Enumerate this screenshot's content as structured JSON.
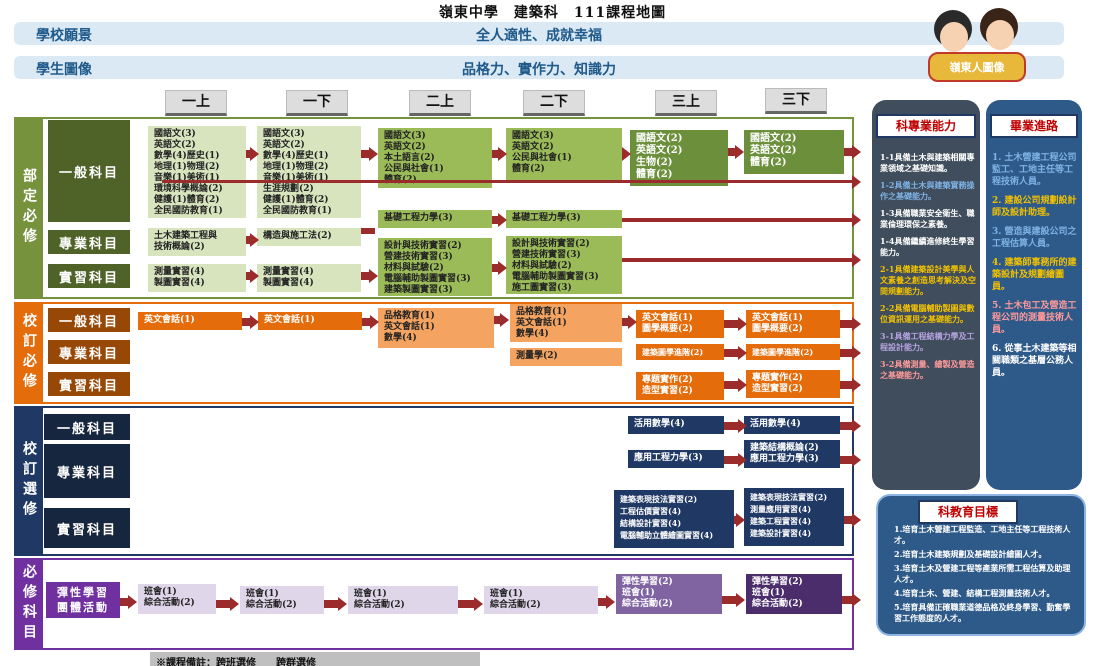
{
  "header": {
    "title": "嶺東中學　建築科　111課程地圖"
  },
  "vision": {
    "label": "學校願景",
    "value": "全人適性、成就幸福"
  },
  "portrait": {
    "label": "學生圖像",
    "value": "品格力、實作力、知識力"
  },
  "logo": {
    "text": "嶺東人圖像"
  },
  "semesters": [
    "一上",
    "一下",
    "二上",
    "二下",
    "三上",
    "三下"
  ],
  "groups": {
    "dept": "部定必修",
    "req": "校訂必修",
    "elec": "校訂選修",
    "must": "必修科目"
  },
  "cats": {
    "dept_gen": "一般科目",
    "dept_pro": "專業科目",
    "dept_prac": "實習科目",
    "req_gen": "一般科目",
    "req_pro": "專業科目",
    "req_prac": "實習科目",
    "elec_gen": "一般科目",
    "elec_pro": "專業科目",
    "elec_prac": "實習科目",
    "must_act": "彈性學習\n團體活動"
  },
  "boxes": {
    "d_g_1": "國語文(3)\n英語文(2)\n數學(4)歷史(1)\n地理(1)物理(2)\n音樂(1)美術(1)\n環境科學概論(2)\n健護(1)體育(2)\n全民國防教育(1)",
    "d_g_2": "國語文(3)\n英語文(2)\n數學(4)歷史(1)\n地理(1)物理(2)\n音樂(1)美術(1)\n生涯規劃(2)\n健護(1)體育(2)\n全民國防教育(1)",
    "d_g_3": "國語文(3)\n英語文(2)\n本土語言(2)\n公民與社會(1)\n體育(2)",
    "d_g_4": "國語文(3)\n英語文(2)\n公民與社會(1)\n體育(2)",
    "d_g_5": "國語文(2)\n英語文(2)\n生物(2)\n體育(2)",
    "d_g_6": "國語文(2)\n英語文(2)\n體育(2)",
    "d_p_1": "土木建築工程與\n技術概論(2)",
    "d_p_2": "構造與施工法(2)",
    "d_p_3": "基礎工程力學(3)",
    "d_p_4": "基礎工程力學(3)",
    "d_x_1": "測量實習(4)\n製圖實習(4)",
    "d_x_2": "測量實習(4)\n製圖實習(4)",
    "d_x_3": "設計與技術實習(2)\n營建技術實習(3)\n材料與試驗(2)\n電腦輔助製圖實習(3)\n建築製圖實習(3)",
    "d_x_4": "設計與技術實習(2)\n營建技術實習(3)\n材料與試驗(2)\n電腦輔助製圖實習(3)\n施工圖實習(3)",
    "r_g_1": "英文會話(1)",
    "r_g_2": "英文會話(1)",
    "r_g_3": "品格教育(1)\n英文會話(1)\n數學(4)",
    "r_g_4": "品格教育(1)\n英文會話(1)\n數學(4)",
    "r_g_5": "英文會話(1)\n圖學概要(2)",
    "r_g_6": "英文會話(1)\n圖學概要(2)",
    "r_p_4": "測量學(2)",
    "r_p_5": "建築圖學進階(2)",
    "r_p_6": "建築圖學進階(2)",
    "r_x_5": "專題實作(2)\n造型實習(2)",
    "r_x_6": "專題實作(2)\n造型實習(2)",
    "e_g_5": "活用數學(4)",
    "e_g_6": "活用數學(4)",
    "e_p_5": "應用工程力學(3)",
    "e_p_6": "建築結構概論(2)\n應用工程力學(3)",
    "e_x_5": "建築表現技法實習(2)\n工程估價實習(4)\n結構設計實習(4)\n電腦輔助立體繪圖實習(4)",
    "e_x_6": "建築表現技法實習(2)\n測量應用實習(4)\n建築工程實習(4)\n建築設計實習(4)",
    "m_1": "班會(1)\n綜合活動(2)",
    "m_2": "班會(1)\n綜合活動(2)",
    "m_3": "班會(1)\n綜合活動(2)",
    "m_4": "班會(1)\n綜合活動(2)",
    "m_5": "彈性學習(2)\n班會(1)\n綜合活動(2)",
    "m_6": "彈性學習(2)\n班會(1)\n綜合活動(2)"
  },
  "ability": {
    "title": "科專業能力",
    "items": [
      {
        "text": "1-1具備土木與建築相關專業領域之基礎知識。",
        "color": "#ffffff"
      },
      {
        "text": "1-2具備土木與建築實務操作之基礎能力。",
        "color": "#7fb2e5"
      },
      {
        "text": "1-3具備職業安全衛生、職業倫理環保之素養。",
        "color": "#ffffff"
      },
      {
        "text": "1-4具備繼續進修終生學習能力。",
        "color": "#ffffff"
      },
      {
        "text": "2-1具備建築設計美學與人文素養之創造思考解決及空間規劃能力。",
        "color": "#f2c200"
      },
      {
        "text": "2-2具備電腦輔助製圖與數位資訊運用之基礎能力。",
        "color": "#f2c200"
      },
      {
        "text": "3-1具備工程結構力學及工程設計能力。",
        "color": "#b7a3e0"
      },
      {
        "text": "3-2具備測量、繪製及營造之基礎能力。",
        "color": "#ff9a9a"
      }
    ]
  },
  "career": {
    "title": "畢業進路",
    "items": [
      {
        "text": "1. 土木營建工程公司監工、工地主任等工程技術人員。",
        "color": "#7fb2e5"
      },
      {
        "text": "2. 建設公司規劃設計師及設計助理。",
        "color": "#f2c200"
      },
      {
        "text": "3. 營造與建設公司之工程估算人員。",
        "color": "#7fb2e5"
      },
      {
        "text": "4. 建築師事務所的建築設計及規劃繪圖員。",
        "color": "#f2c200"
      },
      {
        "text": "5. 土木包工及營造工程公司的測量技術人員。",
        "color": "#ff9a9a"
      },
      {
        "text": "6. 從事土木建築等相關職類之基層公務人員。",
        "color": "#ffffff"
      }
    ]
  },
  "goals": {
    "title": "科教育目標",
    "items": [
      "1.培育土木營建工程監造、工地主任等工程技術人才。",
      "2.培育土木建築規劃及基礎設計繪圖人才。",
      "3.培育土木及營建工程等產業所需工程估算及助理人才。",
      "4.培育土木、營建、結構工程測量技術人才。",
      "5.培育具備正確職業道德品格及終身學習、勤奮學習工作態度的人才。"
    ]
  },
  "note": {
    "text": "※課程備註：跨班選修　　跨群選修"
  }
}
